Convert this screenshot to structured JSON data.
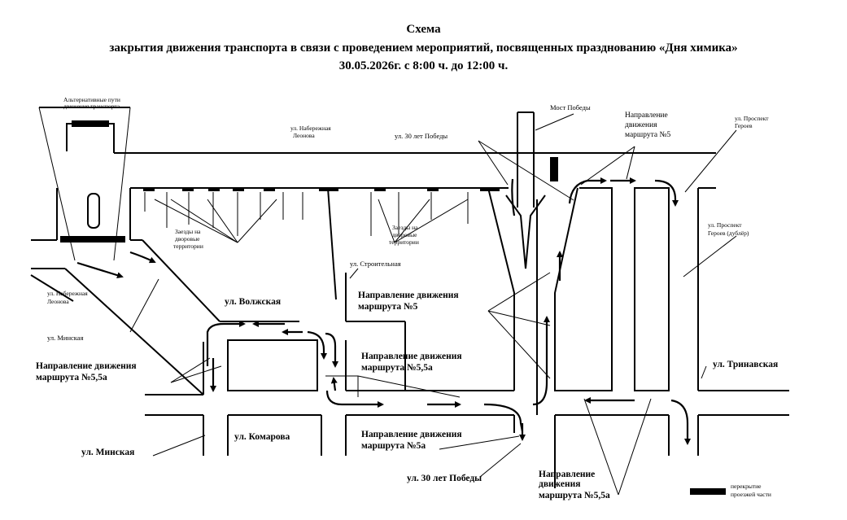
{
  "header": {
    "title": "Схема",
    "subtitle": "закрытия движения транспорта в связи с проведением мероприятий, посвященных празднованию «Дня химика»",
    "date_line": "30.05.2026г. с 8:00 ч. до 12:00 ч."
  },
  "labels": {
    "alt_paths_1": "Альтернативные пути",
    "alt_paths_2": "движения транспорта",
    "naberezhnaya_top_1": "ул. Набережная",
    "naberezhnaya_top_2": "Леонова",
    "naberezhnaya_left_1": "ул. Набережная",
    "naberezhnaya_left_2": "Леонова",
    "zaezdy_left_1": "Заезды на",
    "zaezdy_left_2": "дворовые",
    "zaezdy_left_3": "территории",
    "zaezdy_mid_1": "Заезды на",
    "zaezdy_mid_2": "дворовые",
    "zaezdy_mid_3": "территории",
    "most_pobedy": "Мост Победы",
    "let30_top": "ул. 30 лет Победы",
    "let30_bottom": "ул. 30 лет Победы",
    "stroitelnaya": "ул. Строительная",
    "minskaya_top": "ул. Минская",
    "minskaya_bottom": "ул. Минская",
    "volzhskaya": "ул. Волжская",
    "komarova": "ул. Комарова",
    "prospekt_geroev_1": "ул. Проспект",
    "prospekt_geroev_2": "Героев",
    "prospekt_dubler_1": "ул. Проспект",
    "prospekt_dubler_2": "Героев (дублёр)",
    "trinavskaya": "ул. Тринавская",
    "route5_top_1": "Направление",
    "route5_top_2": "движения",
    "route5_top_3": "маршрута №5",
    "route5_mid_1": "Направление движения",
    "route5_mid_2": "маршрута №5",
    "route55a_left_1": "Направление движения",
    "route55a_left_2": "маршрута №5,5а",
    "route55a_mid_1": "Направление движения",
    "route55a_mid_2": "маршрута №5,5а",
    "route5a_1": "Направление движения",
    "route5a_2": "маршрута №5а",
    "route55a_bottom_1": "Направление",
    "route55a_bottom_2": "движения",
    "route55a_bottom_3": "маршрута №5,5а",
    "legend_1": "перекрытие",
    "legend_2": "проезжей части"
  }
}
